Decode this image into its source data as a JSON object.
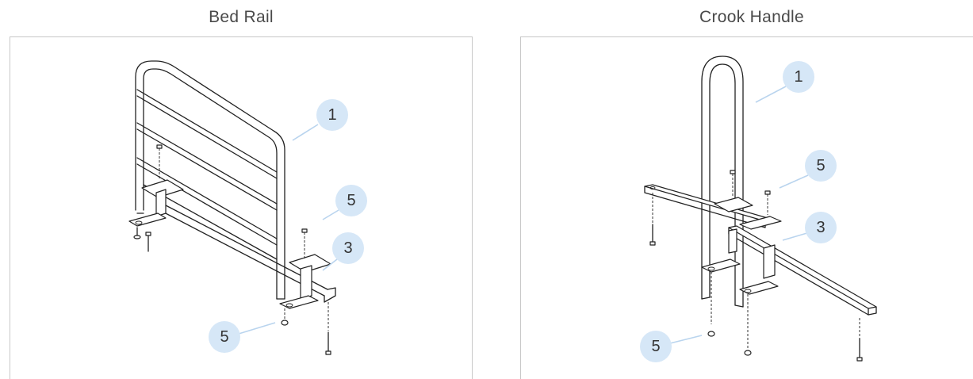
{
  "panels": [
    {
      "title": "Bed Rail",
      "callouts": [
        "1",
        "5",
        "3",
        "5"
      ]
    },
    {
      "title": "Crook Handle",
      "callouts": [
        "1",
        "5",
        "3",
        "5"
      ]
    }
  ]
}
